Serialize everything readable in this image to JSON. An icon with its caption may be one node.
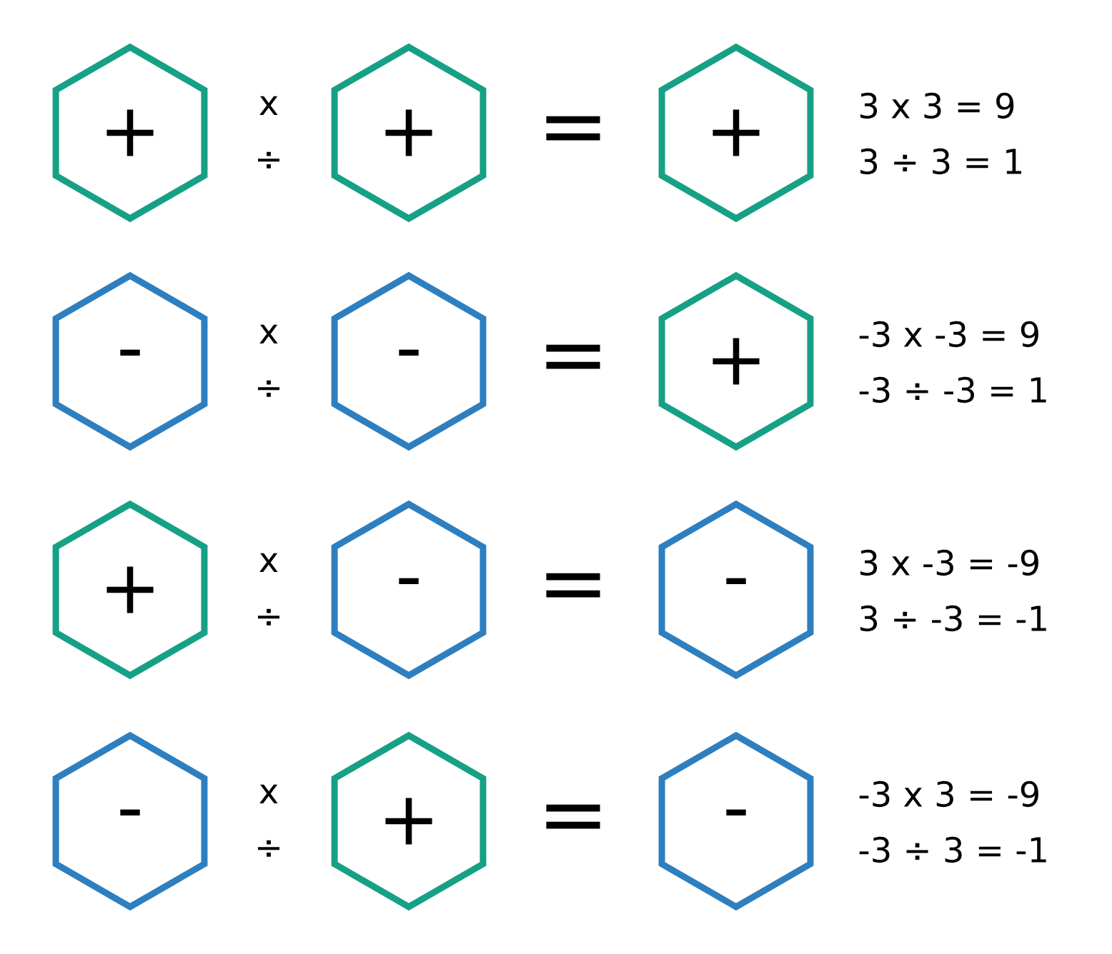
{
  "diagram": {
    "nodes": [
      {
        "text": [
          "+"
        ]
      },
      {
        "text": [
          "+"
        ]
      },
      {
        "text": [
          "+"
        ]
      },
      {
        "text": [
          "-"
        ]
      },
      {
        "text": [
          "-"
        ]
      },
      {
        "text": [
          "+"
        ]
      },
      {
        "text": [
          "+"
        ]
      },
      {
        "text": [
          "-"
        ]
      },
      {
        "text": [
          "-"
        ]
      },
      {
        "text": [
          "-"
        ]
      },
      {
        "text": [
          "+"
        ]
      },
      {
        "text": [
          "-"
        ]
      }
    ],
    "labels": [
      "x",
      "÷",
      "=",
      "3 x 3 = 9",
      "3 ÷ 3 = 1",
      "x",
      "÷",
      "=",
      "-3 x -3 = 9",
      "-3 ÷ -3 = 1",
      "x",
      "÷",
      "=",
      "3 x -3 = -9",
      "3 ÷ -3 = -1",
      "x",
      "÷",
      "=",
      "-3 x 3 = -9",
      "-3 ÷ 3 = -1"
    ]
  }
}
